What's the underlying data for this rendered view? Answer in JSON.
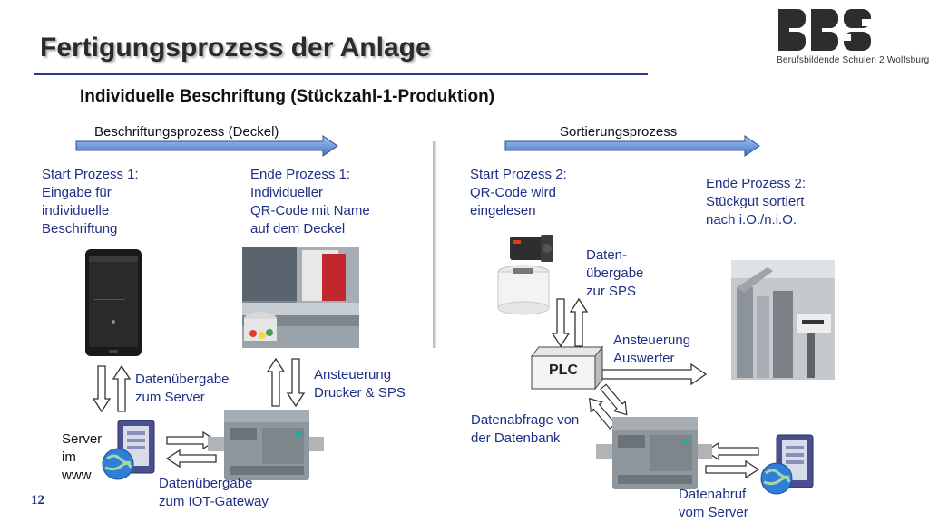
{
  "slide": {
    "title": "Fertigungsprozess der Anlage",
    "subtitle": "Individuelle Beschriftung (Stückzahl-1-Produktion)",
    "page_number": "12",
    "logo_caption": "Berufsbildende Schulen 2 Wolfsburg"
  },
  "process_arrows": {
    "left": "Beschriftungsprozess (Deckel)",
    "right": "Sortierungsprozess"
  },
  "steps": {
    "start1": "Start Prozess 1:\nEingabe für\nindividuelle\nBeschriftung",
    "end1": "Ende Prozess 1:\nIndividueller\nQR-Code mit Name\nauf dem Deckel",
    "start2": "Start Prozess 2:\nQR-Code wird\neingelesen",
    "end2": "Ende Prozess 2:\nStückgut sortiert\nnach i.O./n.i.O."
  },
  "labels": {
    "data_to_server": "Datenübergabe\nzum Server",
    "control_printer": "Ansteuerung\nDrucker & SPS",
    "server": "Server\nim\nwww",
    "data_to_iot": "Datenübergabe\nzum IOT-Gateway",
    "data_to_sps": "Daten-\nübergabe\nzur SPS",
    "control_ejector": "Ansteuerung\nAuswerfer",
    "db_query": "Datenabfrage von\nder Datenbank",
    "server_fetch": "Datenabruf\nvom Server",
    "plc": "PLC"
  },
  "colors": {
    "accent": "#2b3a8c",
    "arrow_fill": "#5b8fd6"
  }
}
